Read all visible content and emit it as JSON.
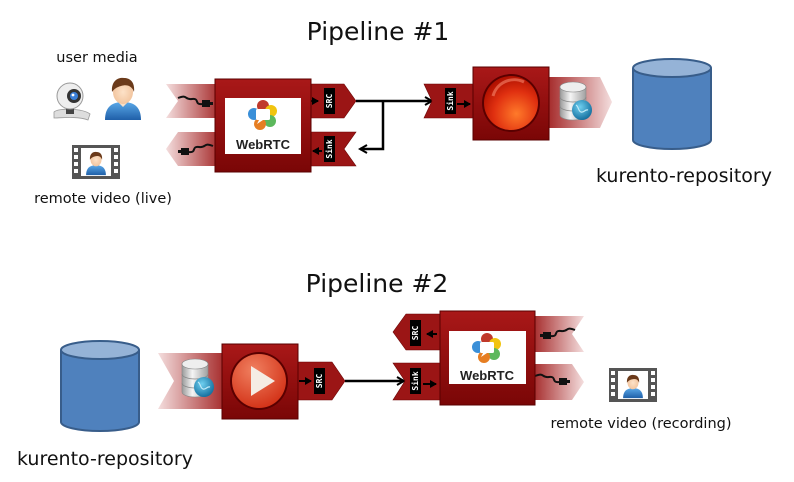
{
  "pipeline1": {
    "title": "Pipeline #1",
    "user_media_label": "user media",
    "remote_video_label": "remote video (live)",
    "webrtc": {
      "name": "WebRTC",
      "src_label": "SRC",
      "sink_label": "Sink"
    },
    "recorder": {
      "sink_label": "Sink"
    },
    "repository_label": "kurento-repository"
  },
  "pipeline2": {
    "title": "Pipeline #2",
    "repository_label": "kurento-repository",
    "player": {
      "src_label": "SRC"
    },
    "webrtc": {
      "name": "WebRTC",
      "src_label": "SRC",
      "sink_label": "Sink"
    },
    "remote_video_label": "remote video (recording)"
  },
  "colors": {
    "element_red": "#8b0a0a",
    "port_red": "#9b1515",
    "repository_blue": "#4f81bd",
    "repository_border": "#385d8a"
  }
}
